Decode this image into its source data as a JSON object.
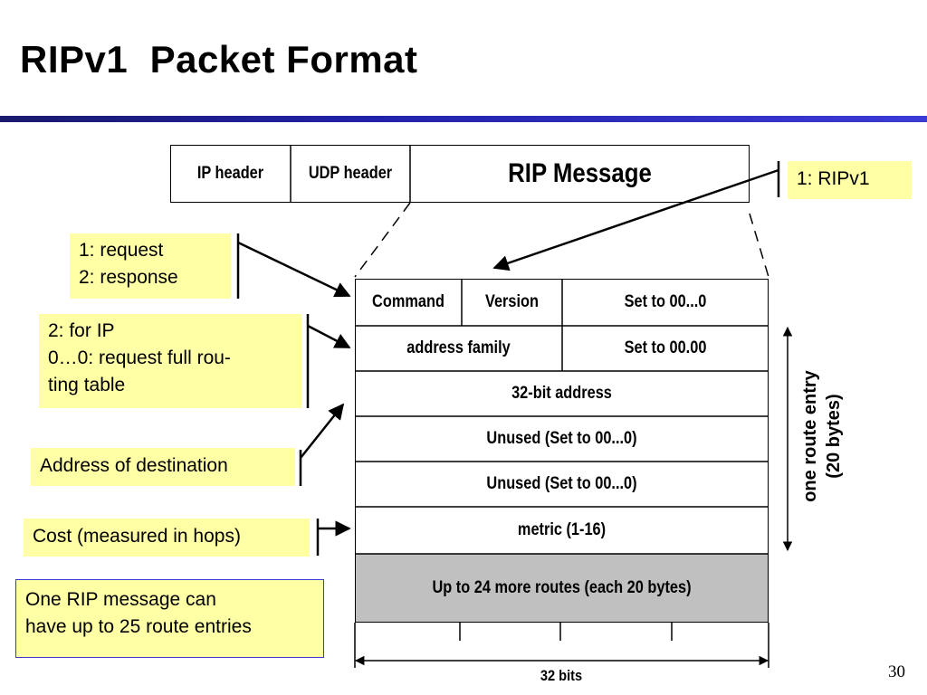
{
  "title": "RIPv1  Packet Format",
  "top_packet": {
    "ip_header": "IP header",
    "udp_header": "UDP header",
    "rip_message": "RIP Message"
  },
  "rip_table": {
    "command": "Command",
    "version": "Version",
    "set_zero_1": "Set to 00...0",
    "address_family": "address family",
    "set_zero_2": "Set to 00.00",
    "address": "32-bit address",
    "unused_1": "Unused (Set to 00...0)",
    "unused_2": "Unused (Set to 00...0)",
    "metric": "metric (1-16)",
    "more_routes": "Up to 24 more routes (each 20 bytes)",
    "width_label": "32 bits"
  },
  "annotations": {
    "version_note": "1: RIPv1",
    "command_note": [
      "1: request",
      "2: response"
    ],
    "family_note": [
      "2: for IP",
      "0…0:  request full rou-",
      "ting table"
    ],
    "address_note": "Address of destination",
    "metric_note": "Cost (measured in hops)",
    "summary_note": [
      "One RIP message  can",
      "have up to 25 route entries"
    ],
    "route_entry_label": [
      "one route entry",
      "(20 bytes)"
    ]
  },
  "colors": {
    "note_fill": "#ffffa6",
    "shaded_row": "#c0c0c0",
    "title_rule": "#1a1a6e",
    "note_border": "#3b3bd6"
  },
  "page_number": "30"
}
